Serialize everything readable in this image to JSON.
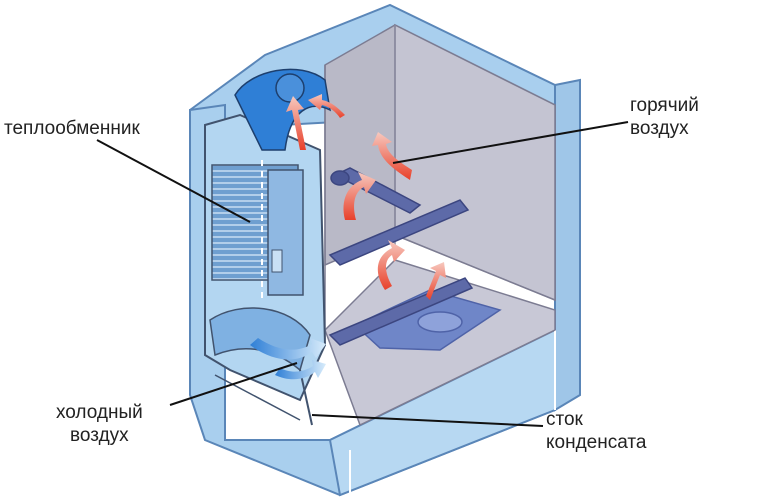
{
  "labels": {
    "heat_exchanger": "теплообменник",
    "hot_air": [
      "горячий",
      "воздух"
    ],
    "cold_air": [
      "холодный",
      "воздух"
    ],
    "drain": [
      "сток",
      "конденсата"
    ]
  },
  "colors": {
    "cabinet_fill": "#a9cfee",
    "cabinet_outline": "#5a86b8",
    "interior_fill": "#b9b9c7",
    "floor_fill": "#c8c8d6",
    "exchanger_fill": "#6f9fd0",
    "duct_fill": "#2f7fd6",
    "hot_arrow": "#e8402a",
    "cold_arrow": "#3a8ee0",
    "leader_line": "#111111"
  }
}
